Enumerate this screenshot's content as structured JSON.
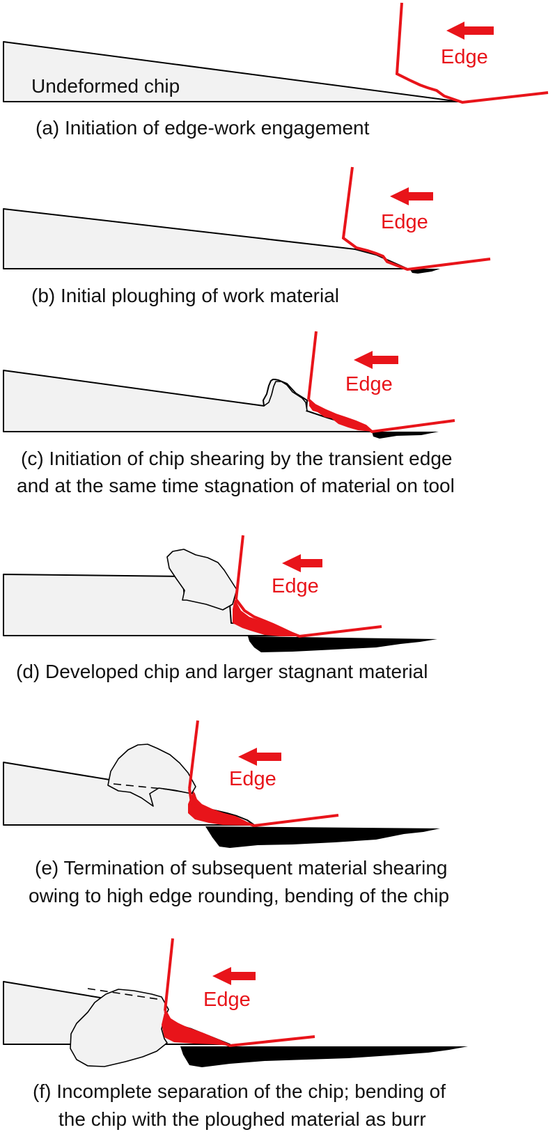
{
  "colors": {
    "tool": "#e8141a",
    "work_fill": "#f2f2f2",
    "outline": "#000000",
    "burr": "#000000"
  },
  "icons": {
    "direction_arrow": "left-arrow-icon"
  },
  "panels": [
    {
      "id": "a",
      "caption_lines": [
        "(a) Initiation of edge-work engagement"
      ],
      "edge_label": "Edge",
      "inner_label": "Undeformed chip"
    },
    {
      "id": "b",
      "caption_lines": [
        "(b) Initial ploughing of work material"
      ],
      "edge_label": "Edge"
    },
    {
      "id": "c",
      "caption_lines": [
        "(c) Initiation of chip shearing by the transient edge",
        "and at the same time stagnation of material on tool"
      ],
      "edge_label": "Edge"
    },
    {
      "id": "d",
      "caption_lines": [
        "(d) Developed chip and larger stagnant material"
      ],
      "edge_label": "Edge"
    },
    {
      "id": "e",
      "caption_lines": [
        "(e) Termination of subsequent material shearing",
        "owing to high edge rounding, bending of the chip"
      ],
      "edge_label": "Edge"
    },
    {
      "id": "f",
      "caption_lines": [
        "(f) Incomplete separation of the chip; bending of",
        "the chip with the ploughed material as burr"
      ],
      "edge_label": "Edge"
    }
  ]
}
